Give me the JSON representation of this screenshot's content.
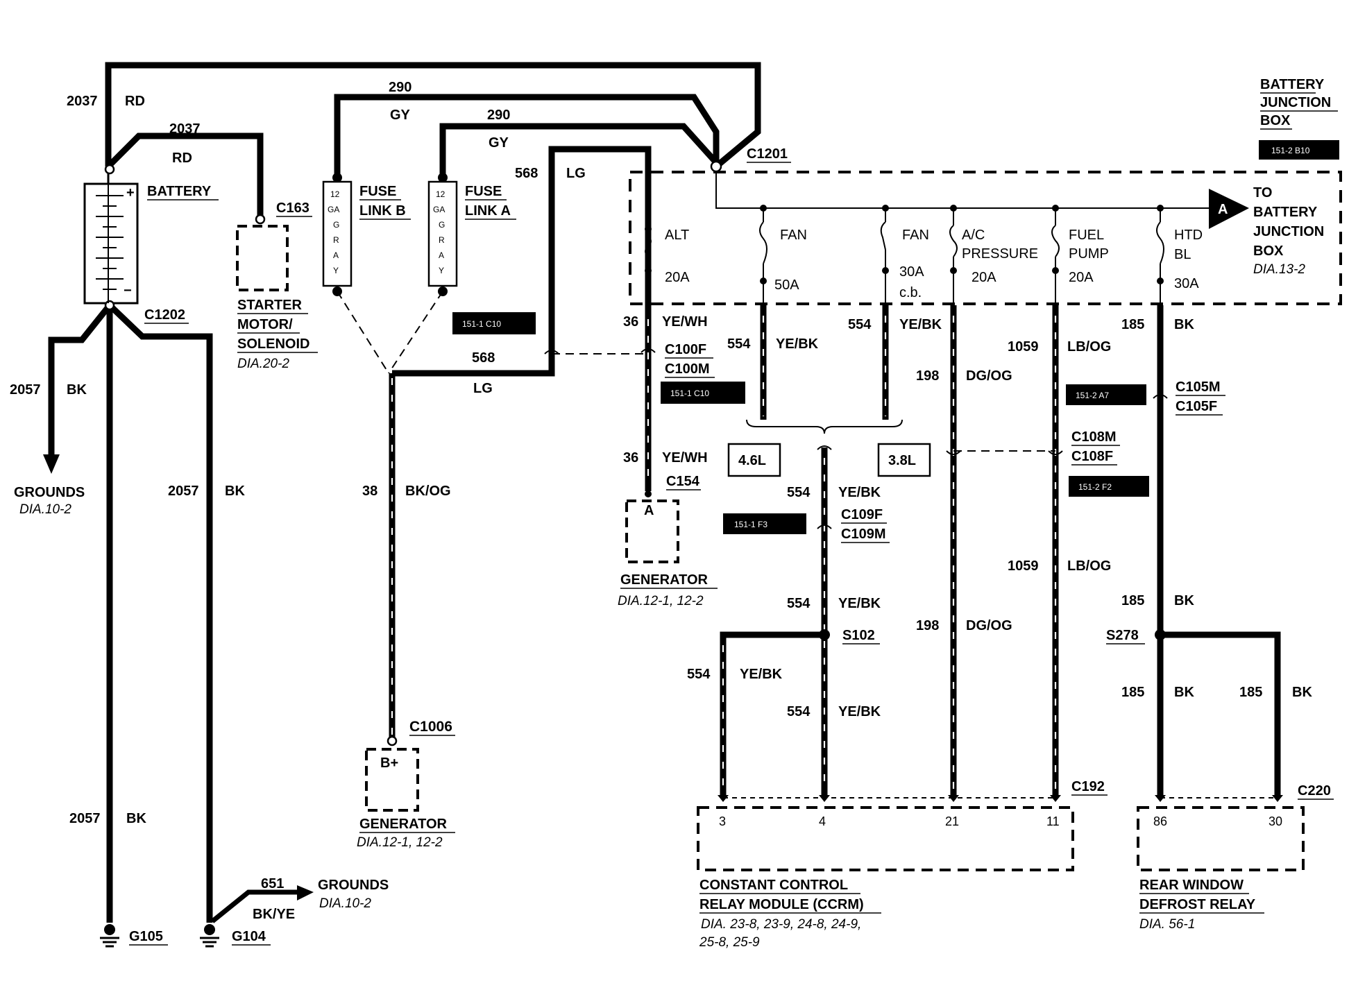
{
  "battery_junction_box": {
    "title_lines": [
      "BATTERY",
      "JUNCTION",
      "BOX"
    ],
    "ref_box": "151-2 B10",
    "connector": "C1201",
    "to_box": {
      "letter": "A",
      "lines": [
        "TO",
        "BATTERY",
        "JUNCTION",
        "BOX"
      ],
      "ref": "DIA.13-2"
    },
    "fuses": [
      {
        "name_lines": [
          "ALT"
        ],
        "rating": "20A"
      },
      {
        "name_lines": [
          "FAN"
        ],
        "rating": "50A"
      },
      {
        "name_lines": [
          "FAN"
        ],
        "rating": "30A",
        "note": "c.b."
      },
      {
        "name_lines": [
          "A/C",
          "PRESSURE"
        ],
        "rating": "20A"
      },
      {
        "name_lines": [
          "FUEL",
          "PUMP"
        ],
        "rating": "20A"
      },
      {
        "name_lines": [
          "HTD",
          "BL"
        ],
        "rating": "30A"
      }
    ]
  },
  "battery": {
    "label": "BATTERY",
    "plus": "+",
    "minus": "−",
    "ground_connector": "C1202"
  },
  "starter": {
    "connector": "C163",
    "lines": [
      "STARTER",
      "MOTOR/",
      "SOLENOID"
    ],
    "ref": "DIA.20-2"
  },
  "fuse_links": [
    {
      "gauge_lines": [
        "12",
        "GA",
        "G",
        "R",
        "A",
        "Y"
      ],
      "label_lines": [
        "FUSE",
        "LINK B"
      ]
    },
    {
      "gauge_lines": [
        "12",
        "GA",
        "G",
        "R",
        "A",
        "Y"
      ],
      "label_lines": [
        "FUSE",
        "LINK A"
      ]
    }
  ],
  "generator_b": {
    "connector": "C1006",
    "terminal": "B+",
    "label": "GENERATOR",
    "ref": "DIA.12-1, 12-2"
  },
  "generator_a": {
    "connector": "C154",
    "terminal": "A",
    "label": "GENERATOR",
    "ref": "DIA.12-1, 12-2"
  },
  "grounds_left": {
    "label": "GROUNDS",
    "ref": "DIA.10-2"
  },
  "grounds_right": {
    "label": "GROUNDS",
    "ref": "DIA.10-2"
  },
  "ground_points": [
    "G105",
    "G104"
  ],
  "wires": {
    "w2037_top": {
      "num": "2037",
      "color": "RD"
    },
    "w2037_c163": {
      "num": "2037",
      "color": "RD"
    },
    "w290_b": {
      "num": "290",
      "color": "GY"
    },
    "w290_a": {
      "num": "290",
      "color": "GY"
    },
    "w568_top": {
      "num": "568",
      "color": "LG"
    },
    "w568_mid": {
      "num": "568",
      "color": "LG"
    },
    "w2057_left": {
      "num": "2057",
      "color": "BK"
    },
    "w2057_mid": {
      "num": "2057",
      "color": "BK"
    },
    "w2057_bot": {
      "num": "2057",
      "color": "BK"
    },
    "w38": {
      "num": "38",
      "color": "BK/OG"
    },
    "w651": {
      "num": "651",
      "color": "BK/YE"
    },
    "w36_top": {
      "num": "36",
      "color": "YE/WH"
    },
    "w36_bot": {
      "num": "36",
      "color": "YE/WH"
    },
    "w554_a": {
      "num": "554",
      "color": "YE/BK"
    },
    "w554_b": {
      "num": "554",
      "color": "YE/BK"
    },
    "w554_c": {
      "num": "554",
      "color": "YE/BK"
    },
    "w554_d": {
      "num": "554",
      "color": "YE/BK"
    },
    "w554_e": {
      "num": "554",
      "color": "YE/BK"
    },
    "w554_f": {
      "num": "554",
      "color": "YE/BK"
    },
    "w198_top": {
      "num": "198",
      "color": "DG/OG"
    },
    "w198_bot": {
      "num": "198",
      "color": "DG/OG"
    },
    "w1059_top": {
      "num": "1059",
      "color": "LB/OG"
    },
    "w1059_bot": {
      "num": "1059",
      "color": "LB/OG"
    },
    "w185_top": {
      "num": "185",
      "color": "BK"
    },
    "w185_mid": {
      "num": "185",
      "color": "BK"
    },
    "w185_l": {
      "num": "185",
      "color": "BK"
    },
    "w185_r": {
      "num": "185",
      "color": "BK"
    }
  },
  "connectors": {
    "c100": [
      "C100F",
      "C100M"
    ],
    "c105": [
      "C105M",
      "C105F"
    ],
    "c108": [
      "C108M",
      "C108F"
    ],
    "c109": [
      "C109F",
      "C109M"
    ],
    "s102": "S102",
    "s278": "S278",
    "c192": "C192",
    "c220": "C220"
  },
  "ref_boxes": {
    "r1": "151-1 C10",
    "r2": "151-1 C10",
    "r3": "151-2 A7",
    "r4": "151-2 F2",
    "r5": "151-1 F3"
  },
  "engine_options": [
    "4.6L",
    "3.8L"
  ],
  "ccrm": {
    "pins": [
      "3",
      "4",
      "21",
      "11"
    ],
    "lines": [
      "CONSTANT CONTROL",
      "RELAY MODULE (CCRM)"
    ],
    "ref_lines": [
      "DIA. 23-8, 23-9, 24-8, 24-9,",
      "25-8, 25-9"
    ]
  },
  "defrost_relay": {
    "pins": [
      "86",
      "30"
    ],
    "lines": [
      "REAR WINDOW",
      "DEFROST RELAY"
    ],
    "ref": "DIA. 56-1"
  }
}
